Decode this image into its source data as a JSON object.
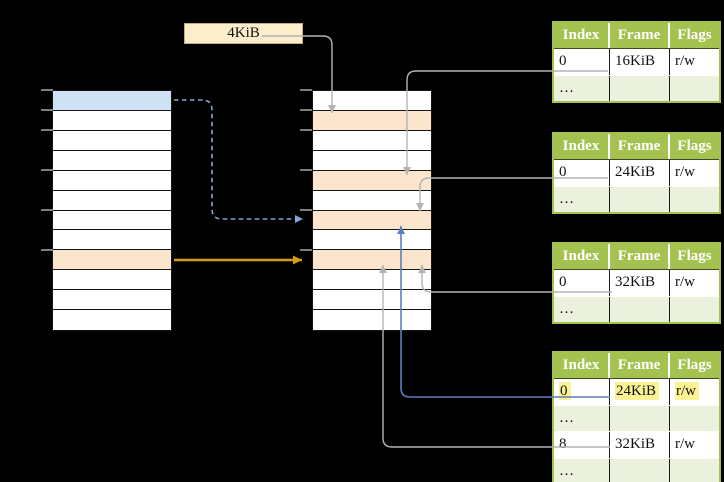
{
  "size_label": {
    "text": "4KiB"
  },
  "colors": {
    "background": "#000000",
    "cell_white": "#ffffff",
    "cell_blue": "#cfe2f3",
    "cell_orange": "#fce5cd",
    "label_bg": "#fdeecb",
    "label_border": "#bfae7e",
    "table_header_green": "#a4c24f",
    "table_shaded_row": "#ebf1dc",
    "highlight_yellow": "#fbf393",
    "arrow_gray": "#b3b3b3",
    "arrow_blue_dashed": "#84a3d6",
    "arrow_blue_solid": "#5b80b9",
    "arrow_orange": "#d79b10",
    "tick_gray": "#7f7f7f",
    "grid_black": "#141414"
  },
  "page_tables": {
    "left": {
      "row_count": 12,
      "special_rows": {
        "0": "blue",
        "8": "orange"
      },
      "tick_rows": [
        0,
        1,
        2,
        4,
        6,
        8
      ]
    },
    "middle": {
      "row_count": 12,
      "special_rows": {
        "1": "orange",
        "4": "orange",
        "6": "orange",
        "8": "orange"
      },
      "tick_rows": [
        0,
        1,
        2,
        4,
        6,
        8
      ]
    }
  },
  "frame_tables": [
    {
      "headers": [
        "Index",
        "Frame",
        "Flags"
      ],
      "rows": [
        {
          "index": "0",
          "frame": "16KiB",
          "flags": "r/w",
          "shaded": false,
          "highlighted": false
        },
        {
          "index": "…",
          "frame": "",
          "flags": "",
          "shaded": true,
          "highlighted": false
        }
      ]
    },
    {
      "headers": [
        "Index",
        "Frame",
        "Flags"
      ],
      "rows": [
        {
          "index": "0",
          "frame": "24KiB",
          "flags": "r/w",
          "shaded": false,
          "highlighted": false
        },
        {
          "index": "…",
          "frame": "",
          "flags": "",
          "shaded": true,
          "highlighted": false
        }
      ]
    },
    {
      "headers": [
        "Index",
        "Frame",
        "Flags"
      ],
      "rows": [
        {
          "index": "0",
          "frame": "32KiB",
          "flags": "r/w",
          "shaded": false,
          "highlighted": false
        },
        {
          "index": "…",
          "frame": "",
          "flags": "",
          "shaded": true,
          "highlighted": false
        }
      ]
    },
    {
      "headers": [
        "Index",
        "Frame",
        "Flags"
      ],
      "rows": [
        {
          "index": "0",
          "frame": "24KiB",
          "flags": "r/w",
          "shaded": false,
          "highlighted": true
        },
        {
          "index": "…",
          "frame": "",
          "flags": "",
          "shaded": true,
          "highlighted": false
        },
        {
          "index": "8",
          "frame": "32KiB",
          "flags": "r/w",
          "shaded": false,
          "highlighted": false
        },
        {
          "index": "…",
          "frame": "",
          "flags": "",
          "shaded": true,
          "highlighted": false
        }
      ]
    }
  ]
}
